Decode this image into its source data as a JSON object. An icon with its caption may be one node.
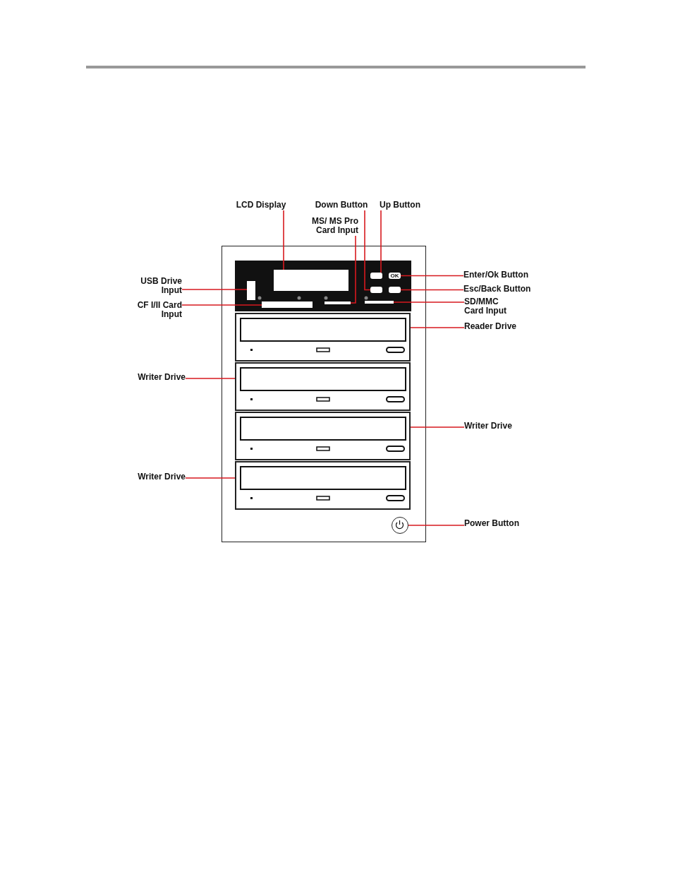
{
  "diagram": {
    "nodes": [
      {
        "text": [
          "LCD Display"
        ]
      },
      {
        "text": [],
        "shape": "box"
      },
      {
        "text": [
          "Down Button"
        ]
      },
      {
        "text": [],
        "shape": "box"
      },
      {
        "text": [
          "Up Button"
        ]
      },
      {
        "text": [],
        "shape": "box"
      },
      {
        "text": [
          "MS/ MS Pro Card Input"
        ]
      },
      {
        "text": [],
        "shape": "box"
      },
      {
        "text": [
          "USB Drive Input"
        ]
      },
      {
        "text": [],
        "shape": "box"
      },
      {
        "text": [
          "CF I/II Card Input"
        ]
      },
      {
        "text": [],
        "shape": "box"
      },
      {
        "text": [
          "Enter/Ok Button"
        ]
      },
      {
        "text": [
          "OK"
        ]
      },
      {
        "text": [
          "Esc/Back Button"
        ]
      },
      {
        "text": [],
        "shape": "box"
      },
      {
        "text": [
          "SD/MMC Card Input"
        ]
      },
      {
        "text": [],
        "shape": "box"
      },
      {
        "text": [
          "Reader Drive"
        ]
      },
      {
        "text": [],
        "shape": "box"
      },
      {
        "text": [
          "Writer Drive"
        ]
      },
      {
        "text": [],
        "shape": "box"
      },
      {
        "text": [
          "Writer Drive"
        ]
      },
      {
        "text": [],
        "shape": "box"
      },
      {
        "text": [
          "Writer Drive"
        ]
      },
      {
        "text": [],
        "shape": "box"
      },
      {
        "text": [
          "Power Button"
        ]
      },
      {
        "text": [],
        "shape": "circle"
      }
    ],
    "edges": [
      {
        "from": 0,
        "to": 1,
        "arrow": "none"
      },
      {
        "from": 2,
        "to": 3,
        "arrow": "none"
      },
      {
        "from": 4,
        "to": 5,
        "arrow": "none"
      },
      {
        "from": 6,
        "to": 7,
        "arrow": "none"
      },
      {
        "from": 8,
        "to": 9,
        "arrow": "none"
      },
      {
        "from": 10,
        "to": 11,
        "arrow": "none"
      },
      {
        "from": 12,
        "to": 13,
        "arrow": "none"
      },
      {
        "from": 14,
        "to": 15,
        "arrow": "none"
      },
      {
        "from": 16,
        "to": 17,
        "arrow": "none"
      },
      {
        "from": 18,
        "to": 19,
        "arrow": "none"
      },
      {
        "from": 20,
        "to": 21,
        "arrow": "none"
      },
      {
        "from": 22,
        "to": 23,
        "arrow": "none"
      },
      {
        "from": 24,
        "to": 25,
        "arrow": "none"
      },
      {
        "from": 26,
        "to": 27,
        "arrow": "none"
      }
    ]
  }
}
